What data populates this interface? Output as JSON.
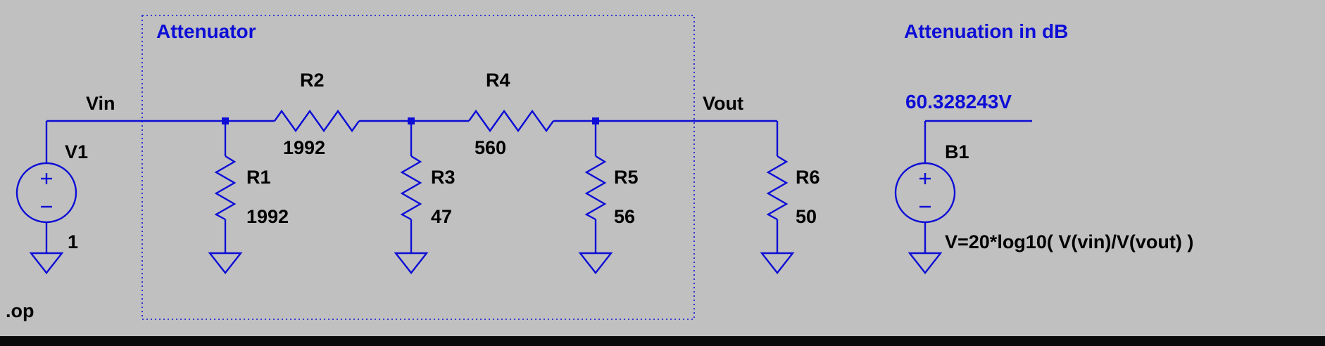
{
  "colors": {
    "background": "#c0c0c0",
    "wire": "#0d0dd6",
    "text": "#000000",
    "comment": "#0d0dd6",
    "taskbar": "#0a0a0a"
  },
  "annotations": {
    "box_title": "Attenuator",
    "result_title": "Attenuation in dB",
    "result_value": "60.328243V",
    "spice_directive": ".op"
  },
  "nets": {
    "input": "Vin",
    "output": "Vout"
  },
  "components": {
    "V1": {
      "name": "V1",
      "value": "1"
    },
    "R1": {
      "name": "R1",
      "value": "1992"
    },
    "R2": {
      "name": "R2",
      "value": "1992"
    },
    "R3": {
      "name": "R3",
      "value": "47"
    },
    "R4": {
      "name": "R4",
      "value": "560"
    },
    "R5": {
      "name": "R5",
      "value": "56"
    },
    "R6": {
      "name": "R6",
      "value": "50"
    },
    "B1": {
      "name": "B1",
      "value": "V=20*log10( V(vin)/V(vout) )"
    }
  }
}
